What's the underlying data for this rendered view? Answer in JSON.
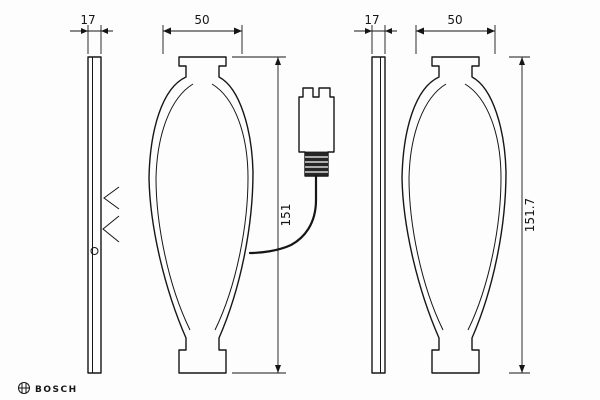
{
  "brand": {
    "name": "BOSCH"
  },
  "dimensions": {
    "left_backplate_thickness": "17",
    "left_pad_width": "50",
    "left_pad_height": "151",
    "right_backplate_thickness": "17",
    "right_pad_width": "50",
    "right_pad_height": "151.7"
  }
}
